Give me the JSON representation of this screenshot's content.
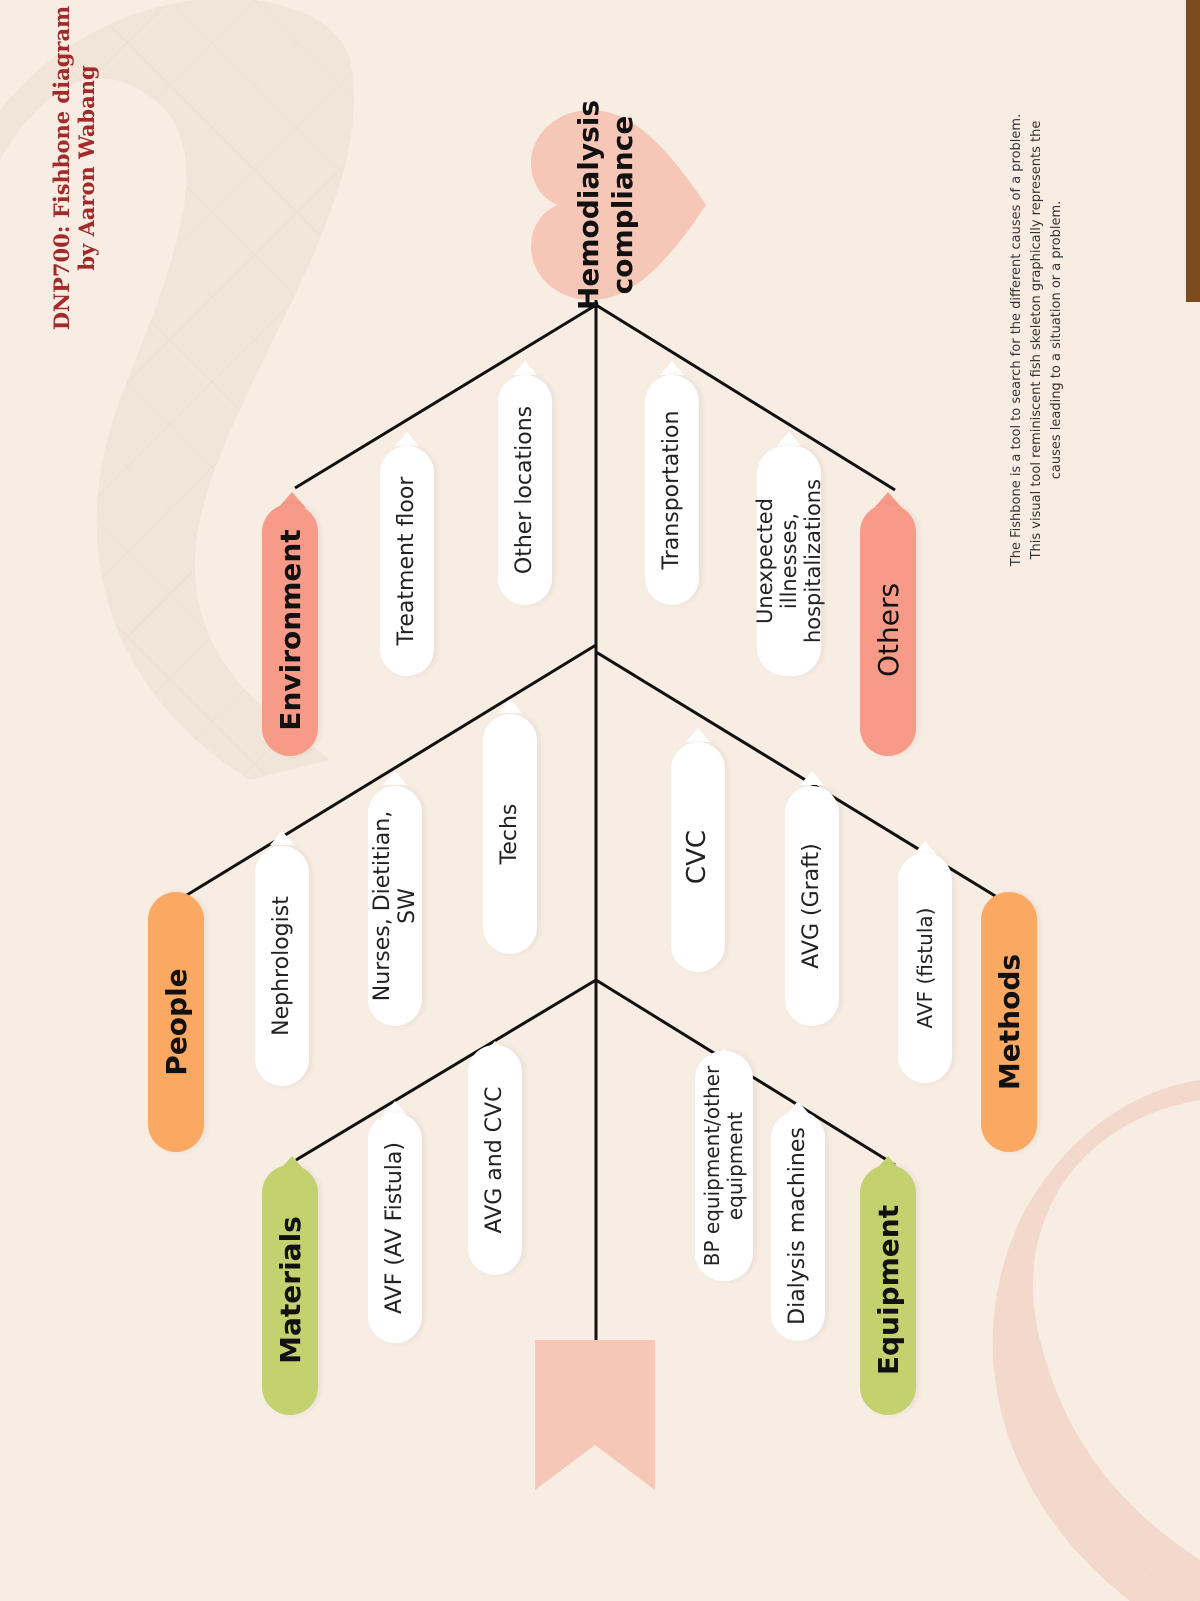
{
  "title": {
    "line1": "DNP700: Fishbone diagram",
    "line2": "by Aaron Wabang"
  },
  "problem": {
    "line1": "Hemodialysis",
    "line2": "compliance"
  },
  "categories": {
    "materials": "Materials",
    "people": "People",
    "environment": "Environment",
    "equipment": "Equipment",
    "methods": "Methods",
    "others": "Others"
  },
  "causes": {
    "materials": [
      "AVF (AV Fistula)",
      "AVG and CVC"
    ],
    "people": [
      "Nephrologist",
      "Nurses, Dietitian, SW",
      "Techs"
    ],
    "environment": [
      "Treatment floor",
      "Other locations"
    ],
    "equipment": [
      "BP equipment/other equipment",
      "Dialysis machines"
    ],
    "methods": [
      "CVC",
      "AVG (Graft)",
      "AVF (fistula)"
    ],
    "others": [
      "Transportation",
      "Unexpected illnesses, hospitalizations"
    ]
  },
  "caption": "The Fishbone is a tool to search for the different causes of a problem. This visual tool reminiscent fish skeleton graphically represents the causes leading to a situation or a problem.",
  "colors": {
    "background": "#f8ede3",
    "materials": "#c3d26e",
    "people": "#fba862",
    "environment": "#f79a88",
    "equipment": "#c3d26e",
    "methods": "#fba862",
    "others": "#f79a88",
    "head": "#f6c7b6",
    "tail": "#f6c7b6",
    "title": "#a12b2b",
    "accent_bar": "#7b4a1f"
  }
}
